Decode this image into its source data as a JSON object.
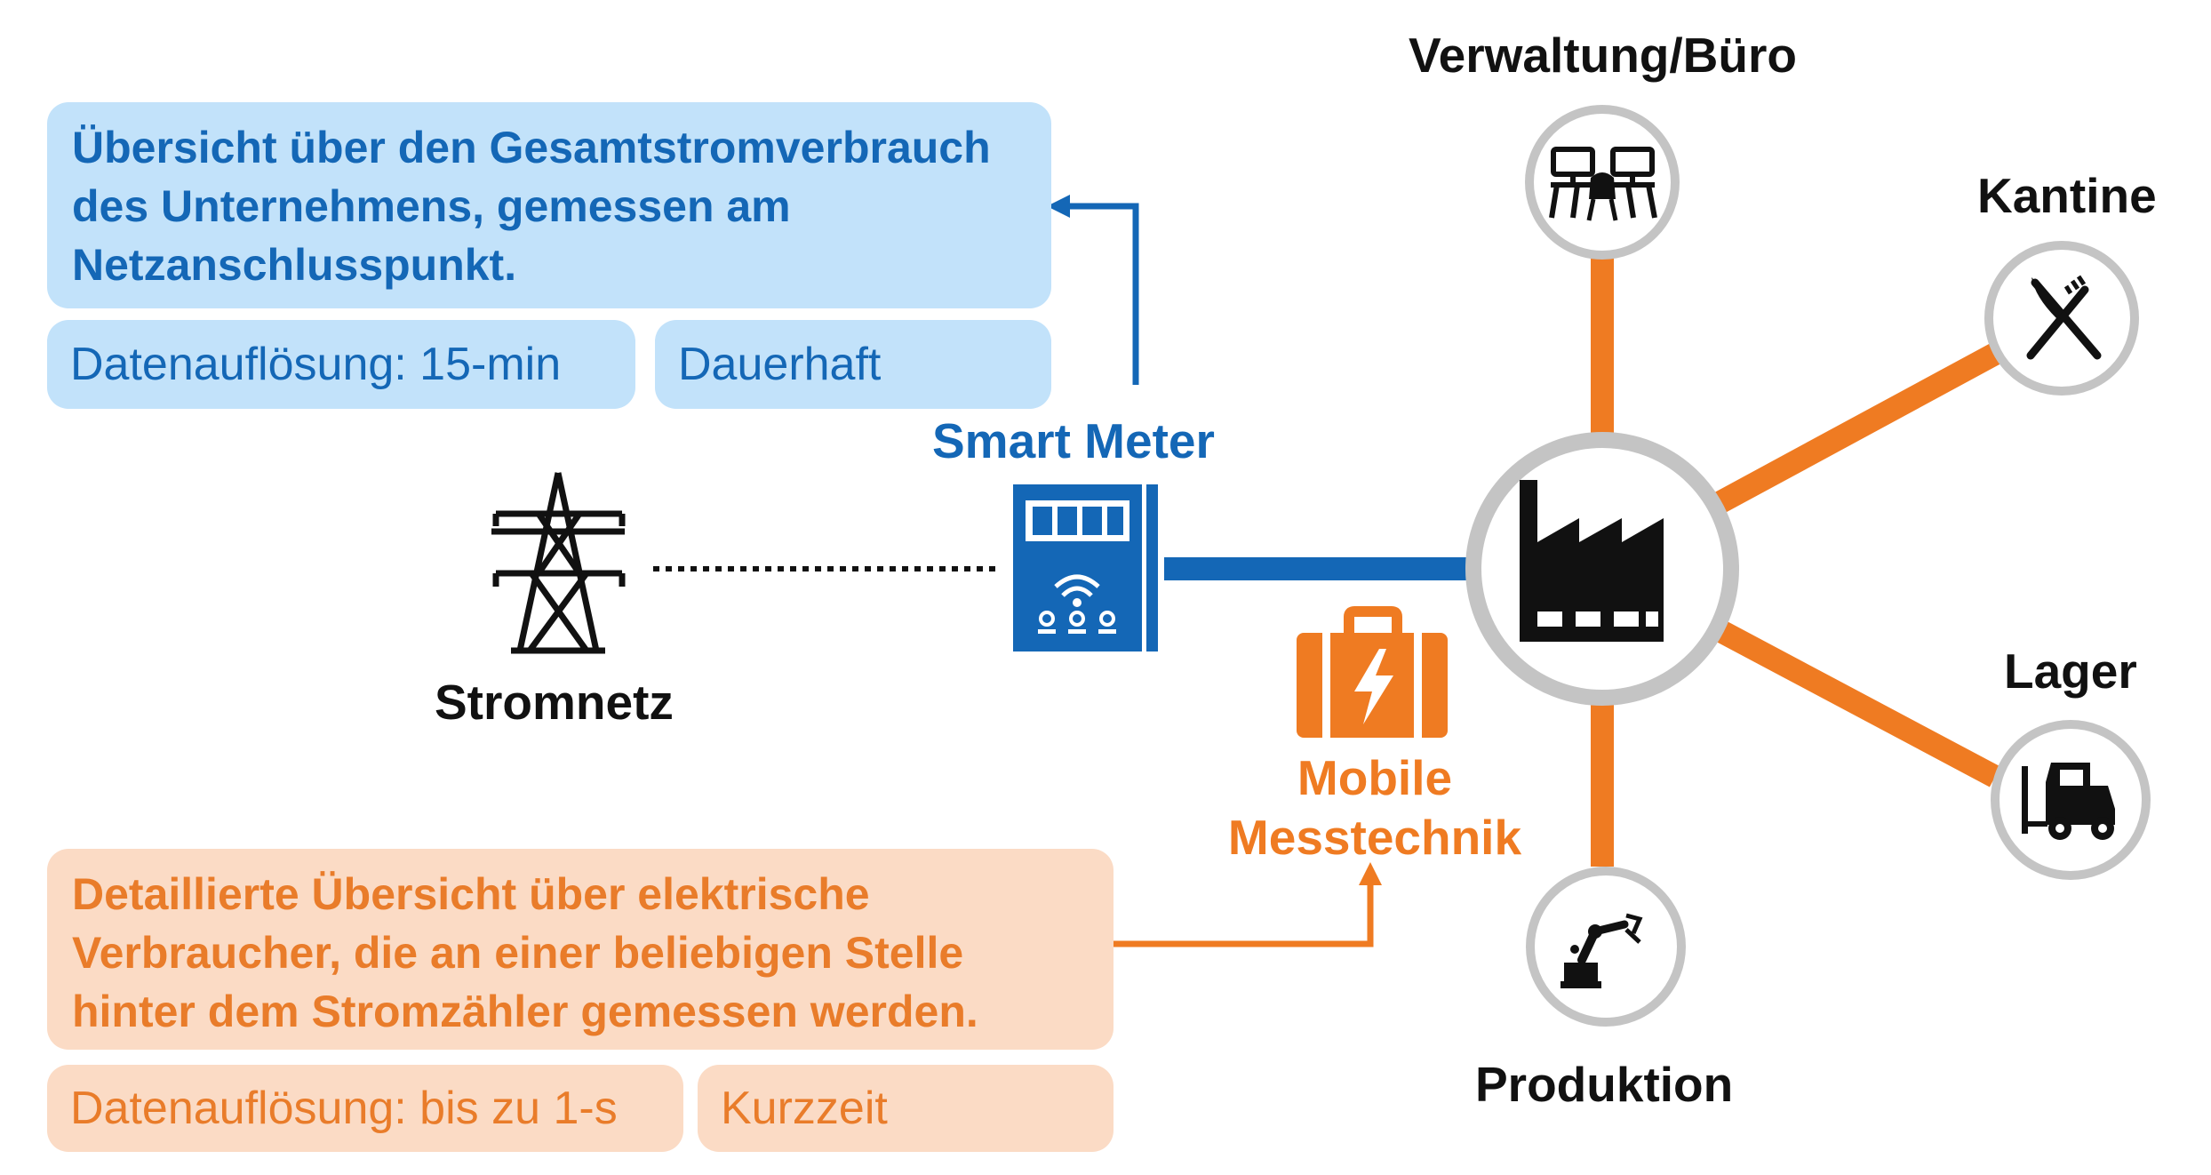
{
  "colors": {
    "blue": "#1467b6",
    "orange": "#ef7b22",
    "blue_box": "#c2e2fa",
    "orange_box": "#fbdbc5",
    "ring_gray": "#c4c4c4"
  },
  "smart_meter_box": {
    "text": "Übersicht über den Gesamtstromverbrauch des Unternehmens, gemessen am Netzanschlusspunkt.",
    "resolution": "Datenauflösung: 15-min",
    "duration": "Dauerhaft"
  },
  "mobile_box": {
    "text": "Detaillierte Übersicht über elektrische Verbraucher, die an einer beliebigen Stelle hinter dem Stromzähler gemessen werden.",
    "resolution": "Datenauflösung: bis zu 1-s",
    "duration": "Kurzzeit"
  },
  "nodes": {
    "grid": "Stromnetz",
    "smart_meter": "Smart Meter",
    "mobile_line1": "Mobile",
    "mobile_line2": "Messtechnik",
    "office": "Verwaltung/Büro",
    "canteen": "Kantine",
    "warehouse": "Lager",
    "production": "Produktion"
  },
  "icons": {
    "grid": "power-tower-icon",
    "smart_meter": "smart-meter-icon",
    "mobile": "toolbox-lightning-icon",
    "factory": "factory-icon",
    "office": "office-desk-icon",
    "canteen": "fork-knife-icon",
    "warehouse": "forklift-icon",
    "production": "robot-arm-icon"
  }
}
